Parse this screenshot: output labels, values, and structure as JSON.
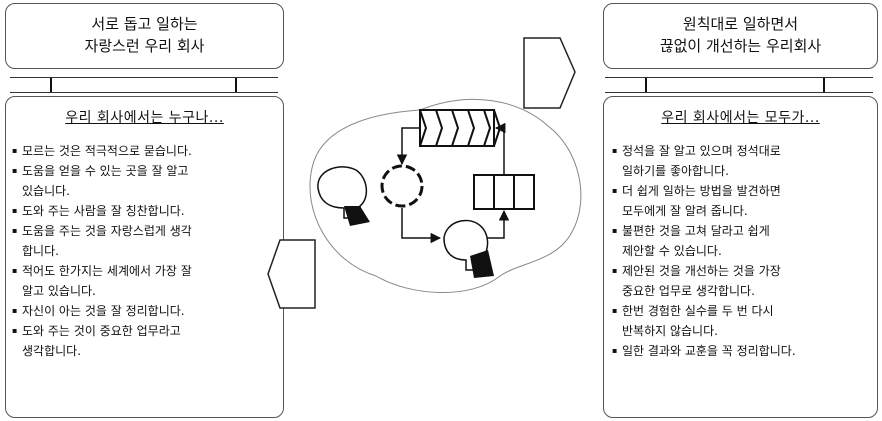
{
  "left": {
    "title_lines": [
      "서로 돕고 일하는",
      "자랑스런 우리 회사"
    ],
    "heading": "우리 회사에서는 누구나...",
    "items": [
      [
        "모르는 것은 적극적으로 묻습니다."
      ],
      [
        "도움을 얻을 수 있는 곳을 잘 알고",
        "있습니다."
      ],
      [
        "도와 주는 사람을 잘 칭찬합니다."
      ],
      [
        "도움을 주는 것을 자랑스럽게 생각",
        "합니다."
      ],
      [
        "적어도 한가지는 세계에서 가장 잘",
        "알고 있습니다."
      ],
      [
        "자신이 아는 것을 잘 정리합니다."
      ],
      [
        "도와 주는 것이 중요한 업무라고",
        "생각합니다."
      ]
    ]
  },
  "right": {
    "title_lines": [
      "원칙대로 일하면서",
      "끊없이 개선하는 우리회사"
    ],
    "heading": "우리 회사에서는 모두가...",
    "items": [
      [
        "정석을 잘 알고 있으며 정석대로",
        "일하기를 좋아합니다."
      ],
      [
        "더 쉽게 일하는 방법을 발견하면",
        "모두에게 잘 알려 줍니다."
      ],
      [
        "불편한 것을 고쳐 달라고 쉽게",
        "제안할 수 있습니다."
      ],
      [
        "제안된 것을 개선하는 것을 가장",
        "중요한 업무로 생각합니다."
      ],
      [
        "한번 경험한 실수를 두 번 다시",
        "반복하지 않습니다."
      ],
      [
        "일한 결과와 교훈을 꼭 정리합니다."
      ]
    ]
  }
}
